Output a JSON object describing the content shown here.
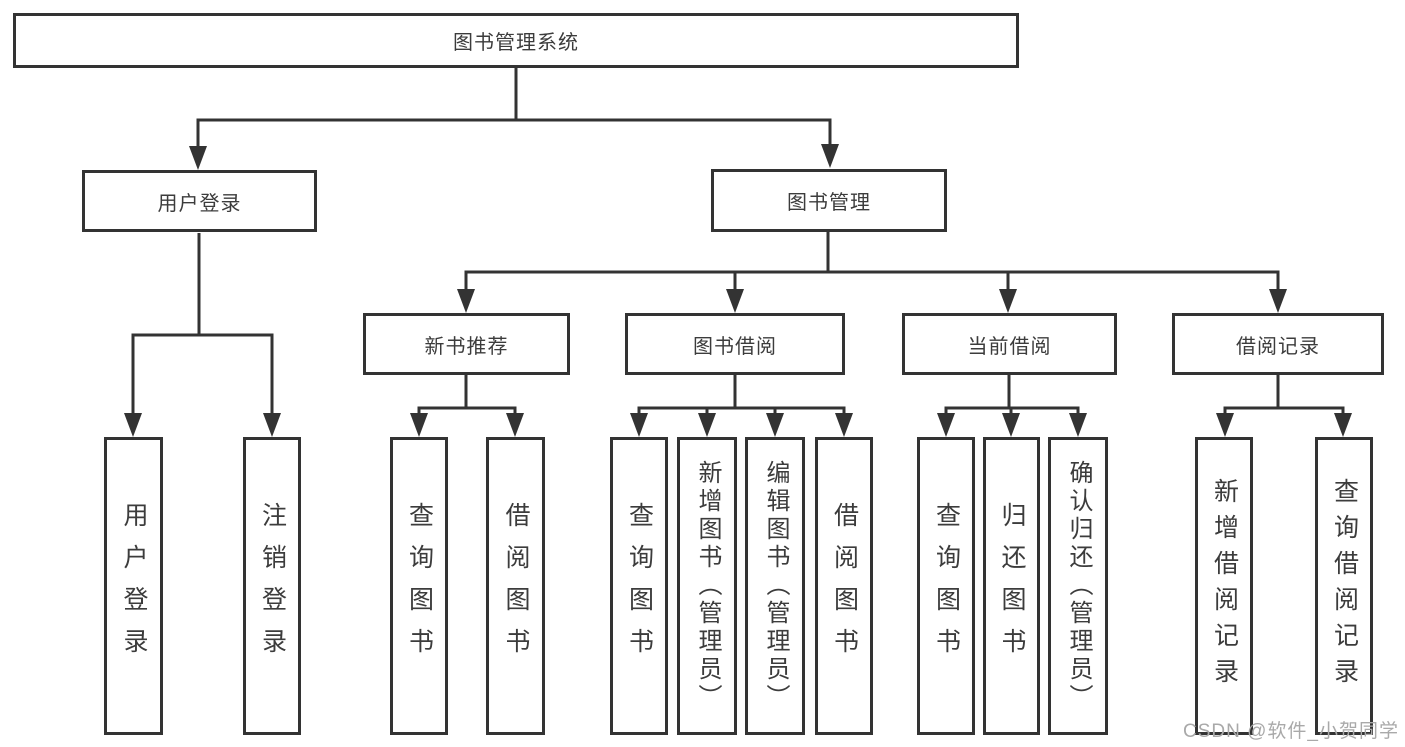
{
  "watermark": "CSDN @软件_小贺同学",
  "colors": {
    "line": "#333333",
    "text": "#3c3c3c",
    "watermark": "#a9a9a9",
    "background": "#ffffff"
  },
  "nodes": {
    "root": "图书管理系统",
    "level2": {
      "user_login": "用户登录",
      "book_management": "图书管理"
    },
    "level3": {
      "new_book_recommend": "新书推荐",
      "book_borrowing": "图书借阅",
      "current_borrowing": "当前借阅",
      "borrowing_records": "借阅记录"
    },
    "leaves": {
      "user_login": "用户登录",
      "logout": "注销登录",
      "recommend_query_books": "查询图书",
      "recommend_borrow_books": "借阅图书",
      "borrowing_query_books": "查询图书",
      "borrowing_add_books": "新增图书（管理员）",
      "borrowing_edit_books": "编辑图书（管理员）",
      "borrowing_borrow_books": "借阅图书",
      "current_query_books": "查询图书",
      "current_return_books": "归还图书",
      "current_confirm_return": "确认归还（管理员）",
      "records_add_record": "新增借阅记录",
      "records_query_record": "查询借阅记录"
    }
  }
}
